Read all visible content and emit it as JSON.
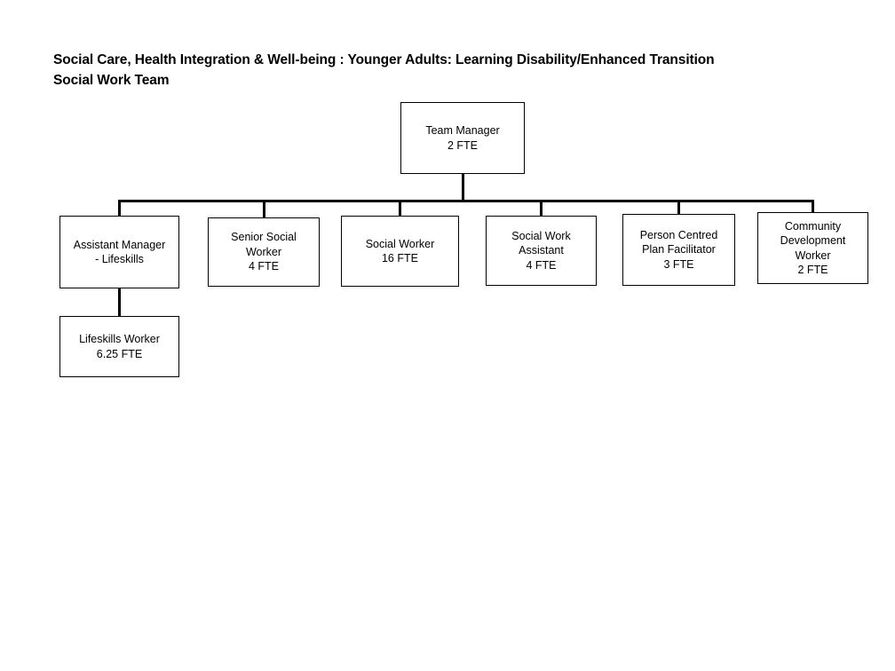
{
  "title": "Social Care, Health Integration & Well-being : Younger Adults: Learning Disability/Enhanced Transition\nSocial Work Team",
  "colors": {
    "background": "#ffffff",
    "box_border": "#000000",
    "connector": "#000000",
    "text": "#000000"
  },
  "nodes": {
    "team_manager": {
      "label": "Team Manager\n2 FTE",
      "role": "Team Manager",
      "fte": "2 FTE"
    },
    "assistant_manager": {
      "label": "Assistant Manager\n- Lifeskills",
      "role": "Assistant Manager - Lifeskills",
      "fte": ""
    },
    "senior_social_worker": {
      "label": "Senior Social\nWorker\n4 FTE",
      "role": "Senior Social Worker",
      "fte": "4 FTE"
    },
    "social_worker": {
      "label": "Social Worker\n16 FTE",
      "role": "Social Worker",
      "fte": "16 FTE"
    },
    "social_work_assistant": {
      "label": "Social Work\nAssistant\n4 FTE",
      "role": "Social Work Assistant",
      "fte": "4 FTE"
    },
    "person_centred_plan_facilitator": {
      "label": "Person Centred\nPlan Facilitator\n3 FTE",
      "role": "Person Centred Plan Facilitator",
      "fte": "3 FTE"
    },
    "community_development_worker": {
      "label": "Community\nDevelopment\nWorker\n2 FTE",
      "role": "Community Development Worker",
      "fte": "2 FTE"
    },
    "lifeskills_worker": {
      "label": "Lifeskills Worker\n6.25 FTE",
      "role": "Lifeskills Worker",
      "fte": "6.25 FTE"
    }
  }
}
